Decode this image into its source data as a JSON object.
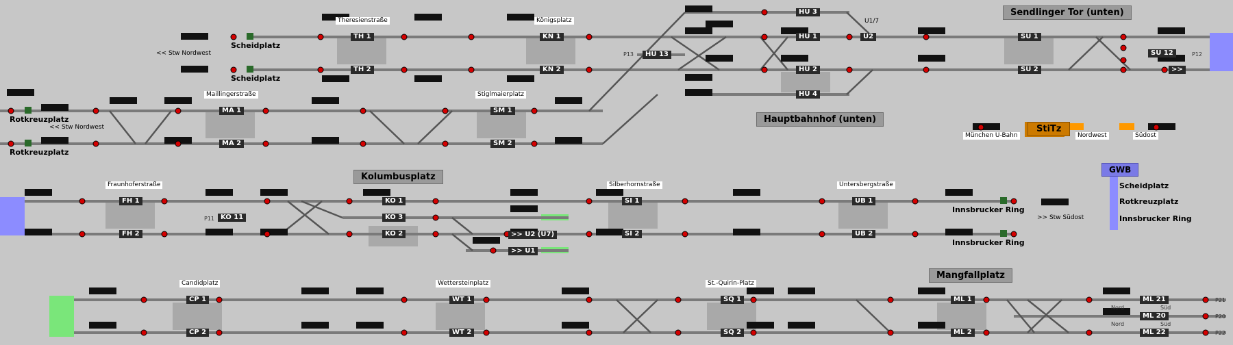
{
  "regions": {
    "sendlinger_tor": "Sendlinger Tor (unten)",
    "hauptbahnhof": "Hauptbahnhof (unten)",
    "kolumbusplatz": "Kolumbusplatz",
    "mangfallplatz": "Mangfallplatz"
  },
  "stations": {
    "theresienstrasse": "Theresienstraße",
    "koenigsplatz": "Königsplatz",
    "maillingerstrasse": "Maillingerstraße",
    "stiglmaierplatz": "Stiglmaierplatz",
    "fraunhoferstrasse": "Fraunhoferstraße",
    "silberhornstrasse": "Silberhornstraße",
    "untersbergstrasse": "Untersbergstraße",
    "candidplatz": "Candidplatz",
    "wettersteinplatz": "Wettersteinplatz",
    "st_quirin_platz": "St.-Quirin-Platz"
  },
  "tracks": {
    "th1": "TH 1",
    "th2": "TH 2",
    "kn1": "KN 1",
    "kn2": "KN 2",
    "hu13": "HU 13",
    "hu3": "HU 3",
    "hu1": "HU 1",
    "hu2": "HU 2",
    "hu4": "HU 4",
    "su1": "SU 1",
    "su2": "SU 2",
    "su12": "SU 12",
    "ma1": "MA 1",
    "ma2": "MA 2",
    "sm1": "SM 1",
    "sm2": "SM 2",
    "fh1": "FH 1",
    "fh2": "FH 2",
    "ko11": "KO 11",
    "ko1": "KO 1",
    "ko3": "KO 3",
    "ko2": "KO 2",
    "si1": "SI 1",
    "si2": "SI 2",
    "ub1": "UB 1",
    "ub2": "UB 2",
    "cp1": "CP 1",
    "cp2": "CP 2",
    "wt1": "WT 1",
    "wt2": "WT 2",
    "sq1": "SQ 1",
    "sq2": "SQ 2",
    "ml1": "ML 1",
    "ml2": "ML 2",
    "ml21": "ML 21",
    "ml20": "ML 20",
    "ml22": "ML 22",
    "u2": "U2",
    "u17": "U1/7",
    "p11": "P11",
    "p12": "P12",
    "p13": "P13",
    "p20": "P20",
    "p21": "P21",
    "p22": "P22"
  },
  "places": {
    "scheidplatz_1": "Scheidplatz",
    "scheidplatz_2": "Scheidplatz",
    "rotkreuzplatz_1": "Rotkreuzplatz",
    "rotkreuzplatz_2": "Rotkreuzplatz",
    "innsbrucker_1": "Innsbrucker Ring",
    "innsbrucker_2": "Innsbrucker Ring",
    "stw_nordwest_1": "<< Stw Nordwest",
    "stw_nordwest_2": "<< Stw Nordwest",
    "stw_suedost": ">> Stw Südost",
    "u2_u7": ">> U2 (U7)",
    "u1": ">> U1",
    "arrow": ">>",
    "nord_1": "Nord",
    "sued_1": "Süd",
    "nord_2": "Nord",
    "sued_2": "Süd"
  },
  "stitz": {
    "title": "StiTz",
    "left": "München U-Bahn",
    "mid": "Nordwest",
    "right": "Südost"
  },
  "gwb": {
    "title": "GWB",
    "items": [
      "Scheidplatz",
      "Rotkreuzplatz",
      "Innsbrucker Ring"
    ]
  },
  "colors": {
    "background": "#c7c7c7",
    "track": "#7a7a7a",
    "signal_red": "#d40000",
    "platform_block": "#a9a9a9",
    "stitz": "#cc7a00",
    "gwb": "#7a7ae6",
    "edge_blue": "#8c8cff",
    "edge_green": "#7ae67a"
  }
}
